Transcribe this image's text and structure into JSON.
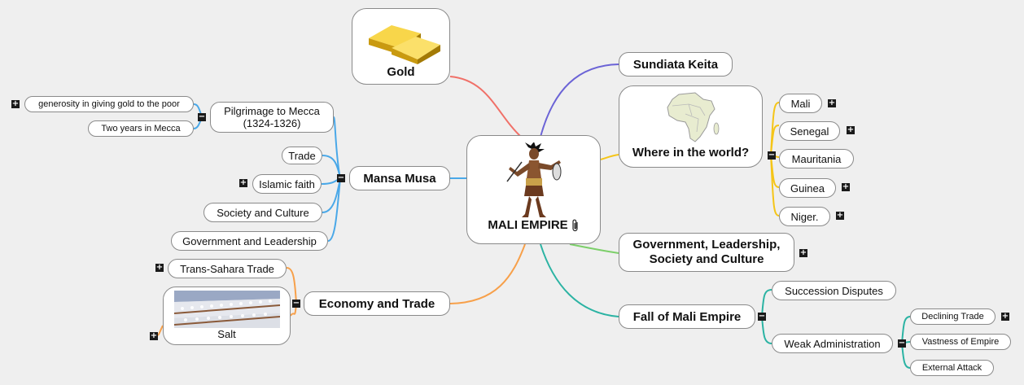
{
  "central": {
    "label": "MALI EMPIRE"
  },
  "gold": {
    "label": "Gold"
  },
  "sundiata": {
    "label": "Sundiata Keita"
  },
  "world": {
    "label": "Where in the world?",
    "items": [
      {
        "label": "Mali"
      },
      {
        "label": "Senegal"
      },
      {
        "label": "Mauritania"
      },
      {
        "label": "Guinea"
      },
      {
        "label": "Niger."
      }
    ]
  },
  "government": {
    "label_line1": "Government, Leadership,",
    "label_line2": "Society and Culture"
  },
  "fall": {
    "label": "Fall of Mali Empire",
    "succession": "Succession Disputes",
    "weak": {
      "label": "Weak Administration",
      "items": [
        {
          "label": "Declining Trade"
        },
        {
          "label": "Vastness of Empire"
        },
        {
          "label": "External Attack"
        }
      ]
    }
  },
  "mansa": {
    "label": "Mansa Musa",
    "pilgrimage": {
      "label_line1": "Pilgrimage to Mecca",
      "label_line2": "(1324-1326)",
      "items": [
        {
          "label": "generosity in giving gold to the poor"
        },
        {
          "label": "Two years in Mecca"
        }
      ]
    },
    "trade": "Trade",
    "islam": "Islamic faith",
    "society": "Society and Culture",
    "gov": "Government and Leadership"
  },
  "economy": {
    "label": "Economy and Trade",
    "trans": "Trans-Sahara Trade",
    "salt": "Salt"
  },
  "toggles": {
    "expand": "+",
    "collapse": "−"
  },
  "colors": {
    "gold_link": "#f07068",
    "sundiata_link": "#6b63d6",
    "world_link": "#f5c518",
    "gov_link": "#7ccf6a",
    "fall_link": "#2bb3a3",
    "mansa_link": "#4aa8e8",
    "economy_link": "#f7a04a"
  }
}
